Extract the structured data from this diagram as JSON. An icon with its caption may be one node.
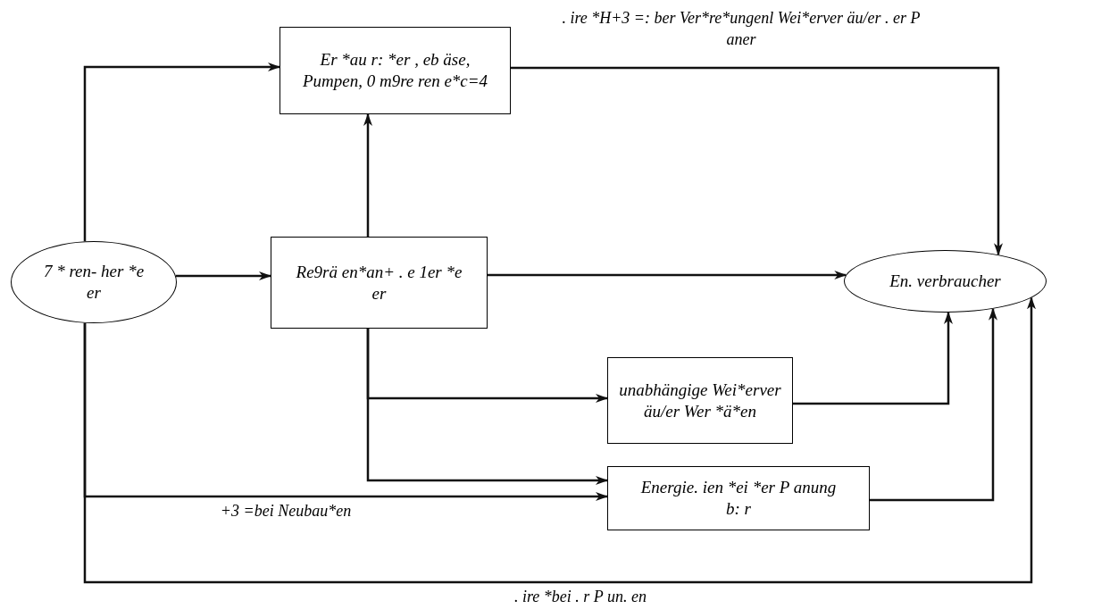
{
  "diagram": {
    "nodes": [
      {
        "text": [
          "7 * ren- her *e er"
        ]
      },
      {
        "text": [
          "Er *au r: *er , eb äse, Pumpen, 0 m9re ren e*c=4"
        ]
      },
      {
        "text": [
          "Re9rä en*an+ . e 1er *e er"
        ]
      },
      {
        "text": [
          "En. verbraucher"
        ]
      },
      {
        "text": [
          "unabhängige Wei*erver äu/er Wer *ä*en"
        ]
      },
      {
        "text": [
          "Energie. ien *ei *er P anung b: r"
        ]
      }
    ],
    "edges": [
      {
        "from": 0,
        "to": 1,
        "arrow": "to"
      },
      {
        "from": 0,
        "to": 2,
        "arrow": "to"
      },
      {
        "from": 2,
        "to": 1,
        "arrow": "to"
      },
      {
        "from": 1,
        "to": 3,
        "arrow": "to",
        "label": ". ire *H+3 =: ber Ver*re*ungenl Wei*erver äu/er . er P aner"
      },
      {
        "from": 2,
        "to": 3,
        "arrow": "to"
      },
      {
        "from": 2,
        "to": 4,
        "arrow": "to"
      },
      {
        "from": 2,
        "to": 5,
        "arrow": "to"
      },
      {
        "from": 0,
        "to": 5,
        "arrow": "to",
        "label": "+3 =bei Neubau*en"
      },
      {
        "from": 0,
        "to": 3,
        "arrow": "to",
        "label": ". ire *bei . r P un. en"
      },
      {
        "from": 4,
        "to": 3,
        "arrow": "to"
      },
      {
        "from": 5,
        "to": 3,
        "arrow": "to"
      }
    ]
  }
}
